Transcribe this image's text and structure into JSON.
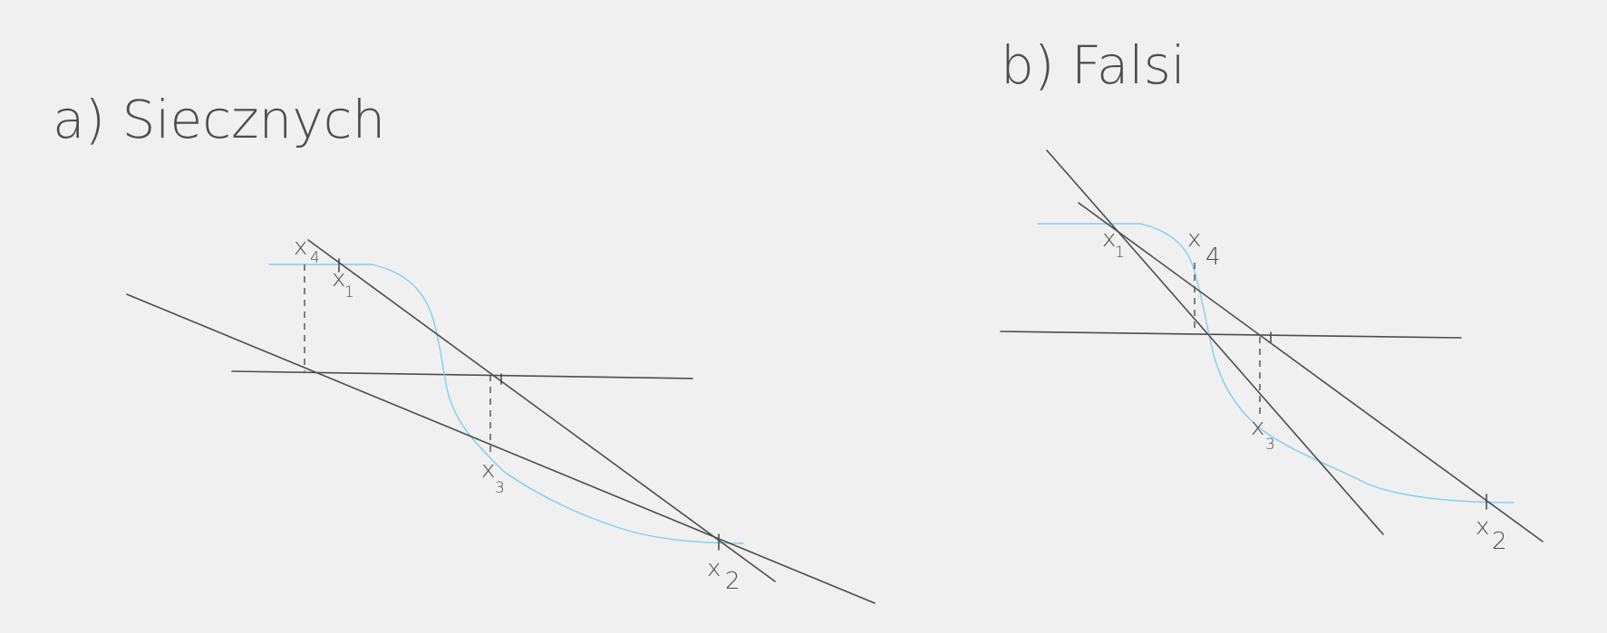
{
  "panel_a": {
    "title": "a) Siecznych",
    "labels": {
      "x1": "x",
      "x1_sub": "1",
      "x2": "x",
      "x2_sub": "2",
      "x3": "x",
      "x3_sub": "3",
      "x4": "x",
      "x4_sub": "4"
    }
  },
  "panel_b": {
    "title": "b) Falsi",
    "labels": {
      "x1": "x",
      "x1_sub": "1",
      "x2": "x",
      "x2_sub": "2",
      "x3": "x",
      "x3_sub": "3",
      "x4": "x",
      "x4_sub": "4"
    }
  },
  "colors": {
    "ink": "#4d4d4d",
    "curve": "#7ecff2",
    "background": "#f0f0f0"
  }
}
